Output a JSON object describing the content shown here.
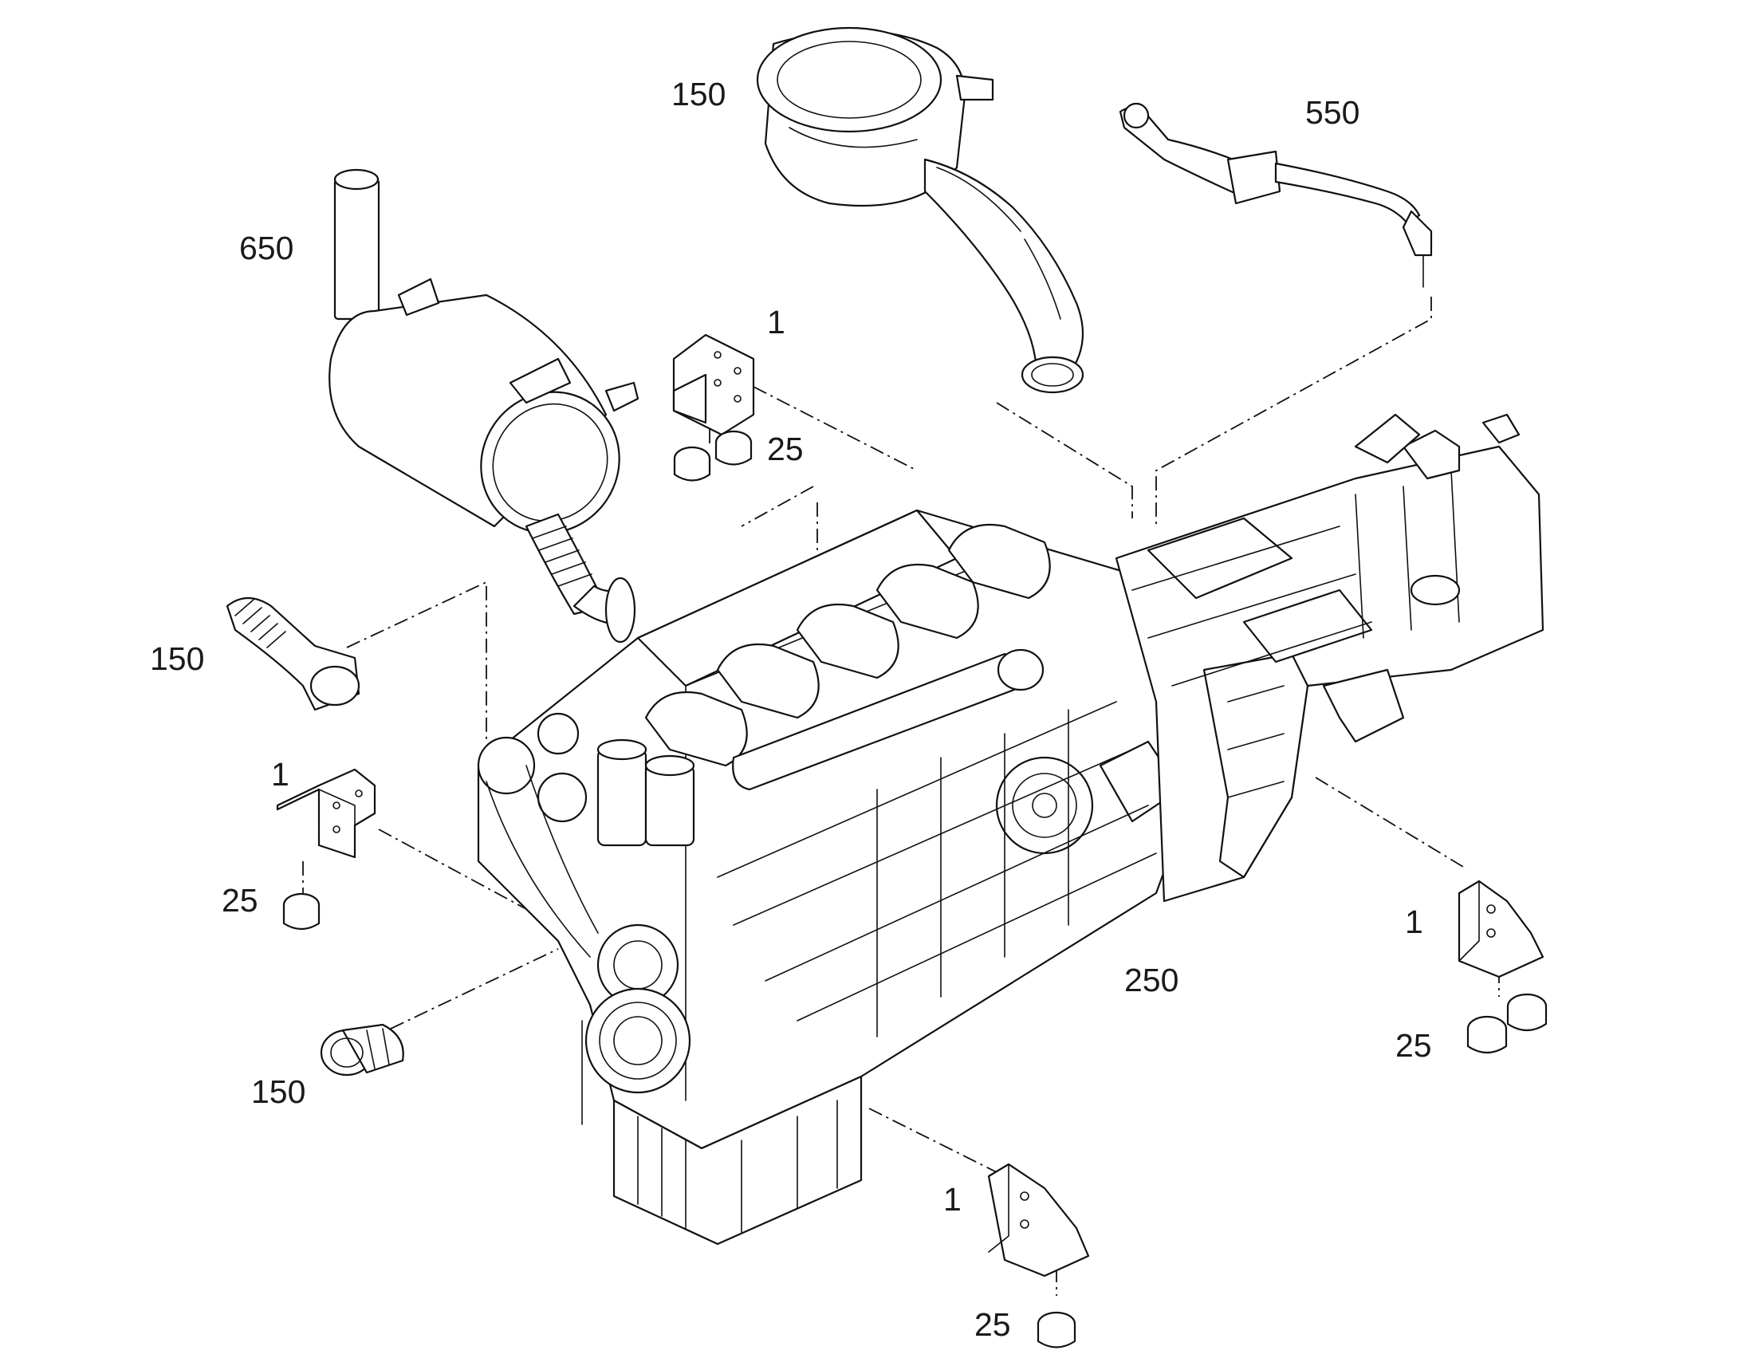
{
  "diagram": {
    "callouts": [
      {
        "id": "c-150-air-filter",
        "text": "150"
      },
      {
        "id": "c-550-hose",
        "text": "550"
      },
      {
        "id": "c-650-muffler",
        "text": "650"
      },
      {
        "id": "c-1-top-bracket",
        "text": "1"
      },
      {
        "id": "c-25-top-mounts",
        "text": "25"
      },
      {
        "id": "c-150-left-elbow",
        "text": "150"
      },
      {
        "id": "c-1-left-bracket",
        "text": "1"
      },
      {
        "id": "c-25-left-mount",
        "text": "25"
      },
      {
        "id": "c-150-bottom-clamp",
        "text": "150"
      },
      {
        "id": "c-250-engine",
        "text": "250"
      },
      {
        "id": "c-1-right-bracket",
        "text": "1"
      },
      {
        "id": "c-25-right-mounts",
        "text": "25"
      },
      {
        "id": "c-1-bottom-bracket",
        "text": "1"
      },
      {
        "id": "c-25-bottom-mount",
        "text": "25"
      }
    ]
  }
}
